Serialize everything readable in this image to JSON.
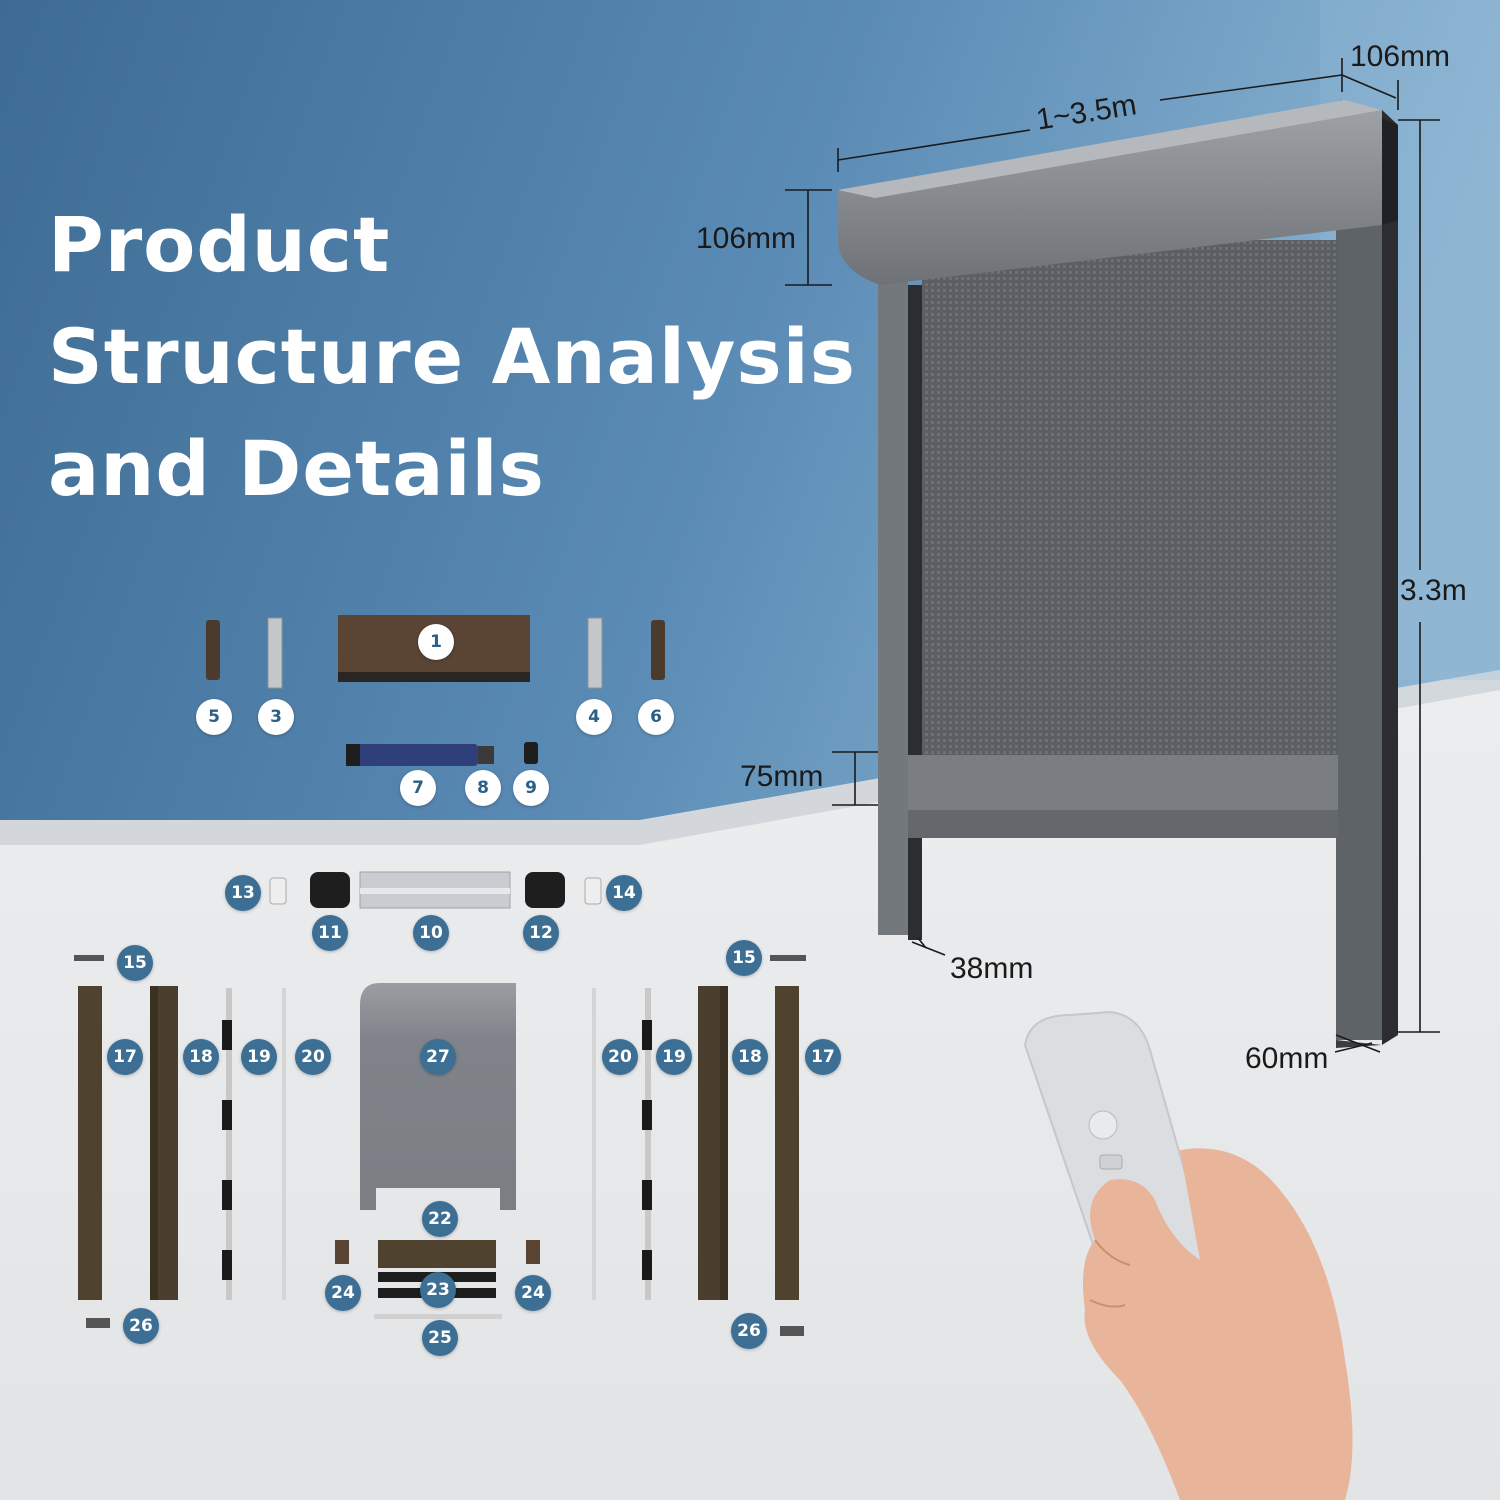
{
  "title": {
    "line1": "Product",
    "line2": "Structure Analysis",
    "line3": "and Details"
  },
  "dimensions": {
    "top_depth": "106mm",
    "width_range": "1~3.5m",
    "cassette_height": "106mm",
    "total_height": "3.3m",
    "bottom_bar": "75mm",
    "rail_depth": "38mm",
    "rail_width": "60mm"
  },
  "part_numbers": {
    "p1": "1",
    "p3": "3",
    "p4": "4",
    "p5": "5",
    "p6": "6",
    "p7": "7",
    "p8": "8",
    "p9": "9",
    "p10": "10",
    "p11": "11",
    "p12": "12",
    "p13": "13",
    "p14": "14",
    "p15a": "15",
    "p15b": "15",
    "p17a": "17",
    "p17b": "17",
    "p18a": "18",
    "p18b": "18",
    "p19a": "19",
    "p19b": "19",
    "p20a": "20",
    "p20b": "20",
    "p22": "22",
    "p23": "23",
    "p24a": "24",
    "p24b": "24",
    "p25": "25",
    "p26a": "26",
    "p26b": "26",
    "p27": "27"
  },
  "colors": {
    "top_blue": "#4a7aa3",
    "badge_blue": "#3d6e94",
    "frame_gray": "#6f747a",
    "bronze": "#4a3e2c"
  }
}
